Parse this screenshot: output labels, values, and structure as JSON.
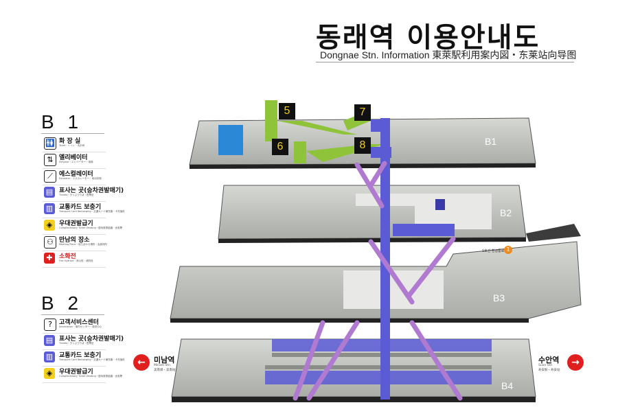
{
  "header": {
    "title": "동래역 이용안내도",
    "subtitle": "Dongnae Stn. Information 東萊駅利用案内図・东莱站向导图"
  },
  "legend_b1": {
    "heading": "B 1",
    "items": [
      {
        "label": "화 장 실",
        "sub": "Toilet・トイレ・洗手间",
        "icon": "toilet-icon"
      },
      {
        "label": "엘리베이터",
        "sub": "Elevator・エレベーター・电梯",
        "icon": "elevator-icon"
      },
      {
        "label": "에스컬레이터",
        "sub": "Escalator・エスカレーター・电动扶梯",
        "icon": "escalator-icon"
      },
      {
        "label": "표사는 곳(승차권발매기)",
        "sub": "Tickets・きっぷうりば・售票处",
        "icon": "ticket-icon"
      },
      {
        "label": "교통카드 보충기",
        "sub": "Transport Card Recharging・交通カード補充機・卡充值机",
        "icon": "card-recharge-icon"
      },
      {
        "label": "우대권발급기",
        "sub": "Complimentary Ticket Vending・優待券発給機・优惠票",
        "icon": "complimentary-ticket-icon"
      },
      {
        "label": "만남의 장소",
        "sub": "Meeting Place・待ち合わせ場所・会面场所",
        "icon": "meeting-place-icon"
      },
      {
        "label": "소화전",
        "sub": "Fire Hydrant・消火栓・消防栓",
        "icon": "fire-hydrant-icon",
        "red": true
      }
    ]
  },
  "legend_b2": {
    "heading": "B 2",
    "items": [
      {
        "label": "고객서비스센터",
        "sub": "Information・案内センター・服务中心",
        "icon": "info-center-icon"
      },
      {
        "label": "표사는 곳(승차권발매기)",
        "sub": "Tickets・きっぷうりば・售票处",
        "icon": "ticket-icon"
      },
      {
        "label": "교통카드 보충기",
        "sub": "Transport Card Recharging・交通カード補充機・卡充值机",
        "icon": "card-recharge-icon"
      },
      {
        "label": "우대권발급기",
        "sub": "Complimentary Ticket Vending・優待券発給機・优惠票",
        "icon": "complimentary-ticket-icon"
      }
    ]
  },
  "floors": {
    "b1": "B1",
    "b2": "B2",
    "b3": "B3",
    "b4": "B4"
  },
  "exits": {
    "five": "5",
    "six": "6",
    "seven": "7",
    "eight": "8"
  },
  "left_exit": {
    "arrow": "←",
    "name": "미남역",
    "en": "Minam Stn.",
    "cn": "美南驿・美南站"
  },
  "right_exit": {
    "arrow": "→",
    "name": "수안역",
    "en": "Suan Stn.",
    "cn": "寿安駅・寿安站"
  },
  "transfer_sign": "1호선 환승통로",
  "transfer_num": "1",
  "colors": {
    "green": "#8fc43a",
    "blue": "#5b5bd6",
    "purple": "#b07ad0",
    "platform": "#bfc2bd",
    "edge": "#2a2a2a",
    "red": "#e0201f",
    "yellow": "#f2d01c"
  }
}
